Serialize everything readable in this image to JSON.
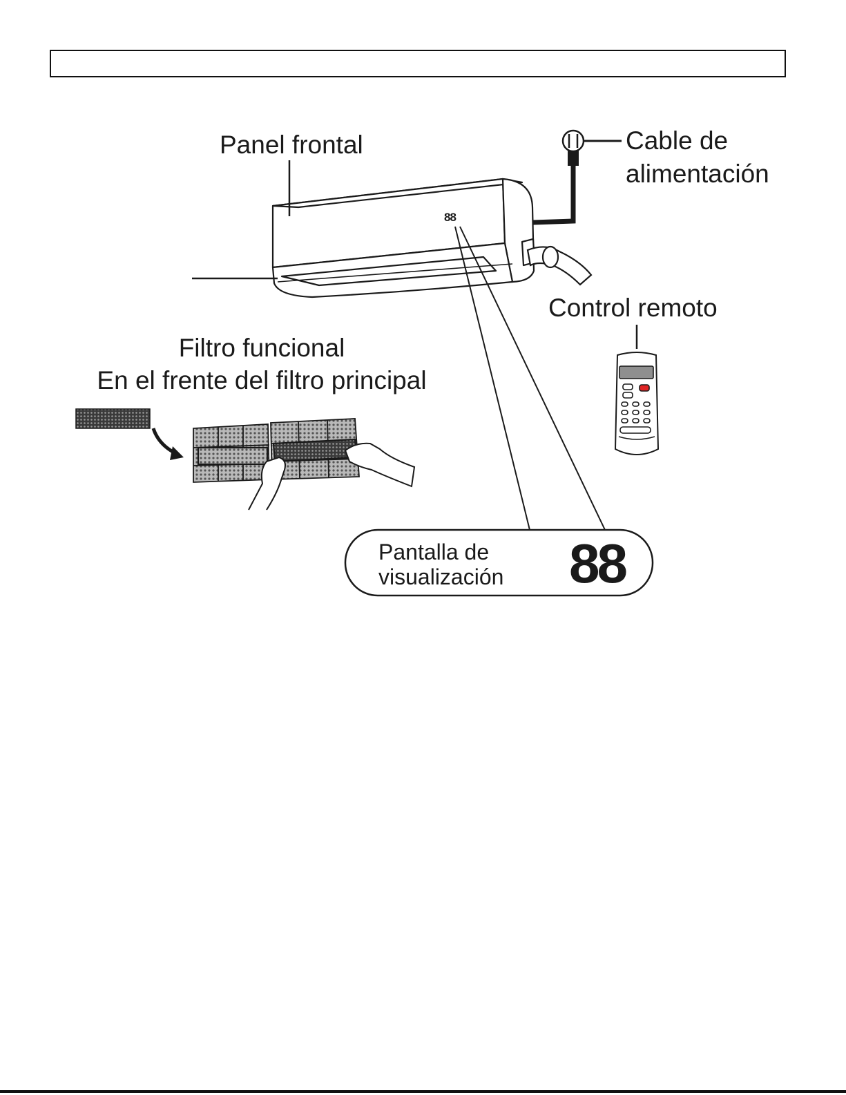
{
  "labels": {
    "front_panel": "Panel frontal",
    "power_cable_line1": "Cable de",
    "power_cable_line2": "alimentación",
    "remote_control": "Control remoto",
    "functional_filter_line1": "Filtro funcional",
    "functional_filter_line2": "En el frente del filtro principal",
    "display_line1": "Pantalla de",
    "display_line2": "visualización",
    "unit_display_digits": "88",
    "callout_digits": "88"
  },
  "colors": {
    "line": "#1a1a1a",
    "remote_button_red": "#e02424",
    "filter_mesh": "#8a8a8a"
  }
}
